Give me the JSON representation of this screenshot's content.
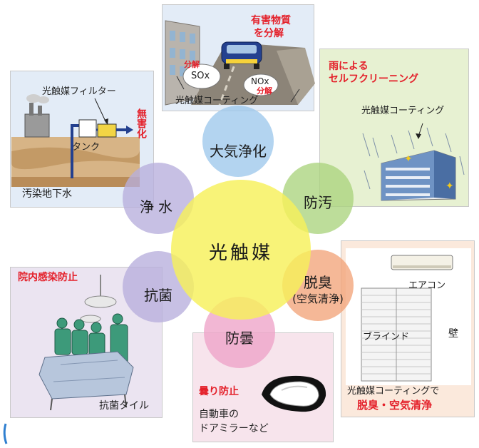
{
  "center": {
    "label": "光触媒"
  },
  "petals": {
    "air": "大気浄化",
    "water": "浄水",
    "antifouling": "防汚",
    "antibacterial": "抗菌",
    "deodorize": "脱臭",
    "deodorize_sub": "(空気清浄)",
    "antifog": "防曇"
  },
  "panel_air": {
    "title_line1": "有害物質",
    "title_line2": "を分解",
    "decompose_left": "分解",
    "sox": "SOx",
    "nox": "NOx",
    "decompose_right": "分解",
    "caption": "光触媒コーティング"
  },
  "panel_water": {
    "filter_label": "光触媒フィルター",
    "tank_label": "タンク",
    "harmless": "無害化",
    "ground_label": "汚染地下水"
  },
  "panel_self_clean": {
    "title_line1": "雨による",
    "title_line2": "セルフクリーニング",
    "coating_label": "光触媒コーティング"
  },
  "panel_hospital": {
    "title": "院内感染防止",
    "caption": "抗菌タイル"
  },
  "panel_deodorize": {
    "aircon_label": "エアコン",
    "wall_label": "壁",
    "blind_label": "ブラインド",
    "caption_line1": "光触媒コーティングで",
    "caption_line2": "脱臭・空気清浄"
  },
  "panel_antifog": {
    "title": "曇り防止",
    "caption_line1": "自動車の",
    "caption_line2": "ドアミラーなど"
  },
  "colors": {
    "accent_red": "#e4202a",
    "center_yellow": "#f6f05a",
    "petal_blue": "#9ec8ec",
    "petal_green": "#aad47e",
    "petal_orange": "#f2a47a",
    "petal_pink": "#eea3c8",
    "petal_purple": "#b7aedc",
    "panel_green_bg": "#e7f1d2",
    "panel_blue_bg": "#e3ecf7",
    "panel_purple_bg": "#ebe4f1",
    "panel_pink_bg": "#f7e4ec",
    "panel_orange_bg": "#fbe9dc"
  }
}
